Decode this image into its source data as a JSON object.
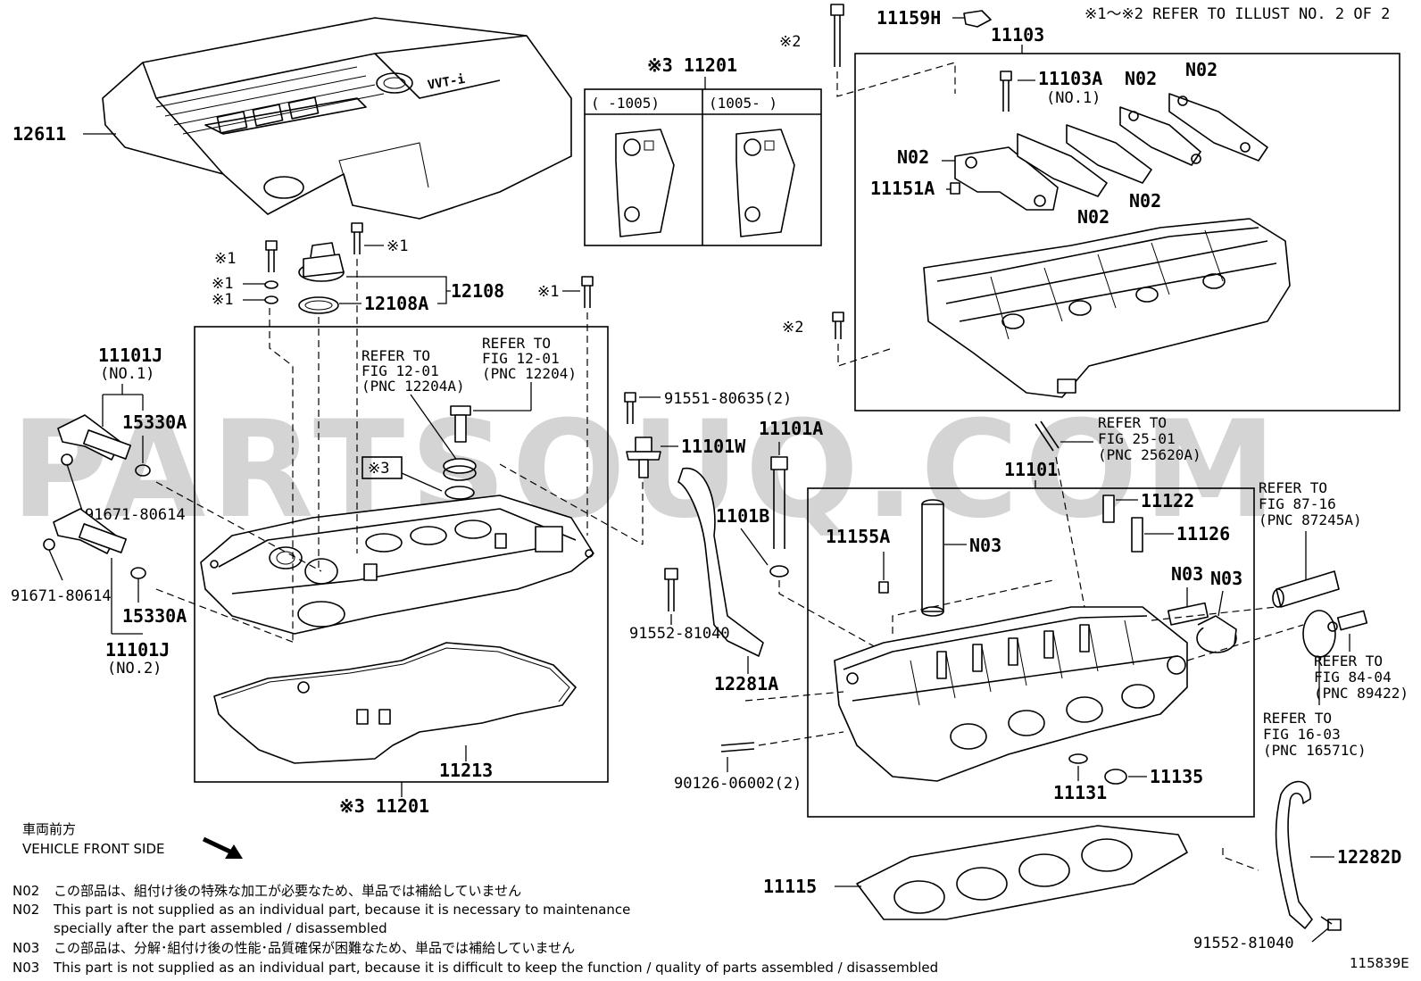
{
  "watermark": "PARTSOUQ.COM",
  "header_note": "※1～※2  REFER TO ILLUST NO. 2 OF 2",
  "inset": {
    "title": "※3 11201",
    "col1": "(       -1005)",
    "col2": "(1005-        )"
  },
  "labels": {
    "p12611": "12611",
    "p11159H": "11159H",
    "p11103": "11103",
    "p11103A": "11103A",
    "p11103A_sub": "(NO.1)",
    "n02_a": "N02",
    "n02_b": "N02",
    "n02_c": "N02",
    "n02_d": "N02",
    "n02_e": "N02",
    "p11151A": "11151A",
    "mark2_top": "※2",
    "mark2_mid": "※2",
    "mark1_a": "※1",
    "mark1_b": "※1",
    "mark1_c": "※1",
    "mark1_d": "※1",
    "mark1_e": "※1",
    "p12108A": "12108A",
    "p12108": "12108",
    "p11101J_1": "11101J",
    "p11101J_1_sub": "(NO.1)",
    "p15330A_1": "15330A",
    "p91671_1": "91671-80614",
    "p91671_2": "91671-80614",
    "p15330A_2": "15330A",
    "p11101J_2": "11101J",
    "p11101J_2_sub": "(NO.2)",
    "ref1_l1": "REFER TO",
    "ref1_l2": "FIG 12-01",
    "ref1_l3": "(PNC 12204A)",
    "ref2_l1": "REFER TO",
    "ref2_l2": "FIG 12-01",
    "ref2_l3": "(PNC 12204)",
    "mark3_box": "※3",
    "p91551": "91551-80635(2)",
    "p11101W": "11101W",
    "p11101A": "11101A",
    "p11101B": "11101B",
    "p91552_1": "91552-81040",
    "p12281A": "12281A",
    "p11213": "11213",
    "p11201_bottom": "※3 11201",
    "ref3_l1": "REFER TO",
    "ref3_l2": "FIG 25-01",
    "ref3_l3": "(PNC 25620A)",
    "p11101": "11101",
    "p11122": "11122",
    "p11126": "11126",
    "p11155A": "11155A",
    "n03_a": "N03",
    "n03_b": "N03",
    "n03_c": "N03",
    "ref4_l1": "REFER TO",
    "ref4_l2": "FIG 87-16",
    "ref4_l3": "(PNC 87245A)",
    "ref5_l1": "REFER TO",
    "ref5_l2": "FIG 84-04",
    "ref5_l3": "(PNC 89422)",
    "ref6_l1": "REFER TO",
    "ref6_l2": "FIG 16-03",
    "ref6_l3": "(PNC 16571C)",
    "p90126": "90126-06002(2)",
    "p11135": "11135",
    "p11131": "11131",
    "p12282D": "12282D",
    "p11115": "11115",
    "p91552_2": "91552-81040",
    "diagram_id": "115839E"
  },
  "front_side": {
    "jp": "車両前方",
    "en": "VEHICLE FRONT SIDE"
  },
  "notes": [
    {
      "code": "N02",
      "text": "この部品は、組付け後の特殊な加工が必要なため、単品では補給していません"
    },
    {
      "code": "N02",
      "text": "This part is not supplied as an individual part, because it is necessary to maintenance"
    },
    {
      "code": "",
      "text": "specially after the part assembled / disassembled"
    },
    {
      "code": "N03",
      "text": "この部品は、分解･組付け後の性能･品質確保が困難なため、単品では補給していません"
    },
    {
      "code": "N03",
      "text": "This part is not supplied as an individual part, because it is difficult to keep the function / quality of parts  assembled / disassembled"
    }
  ]
}
